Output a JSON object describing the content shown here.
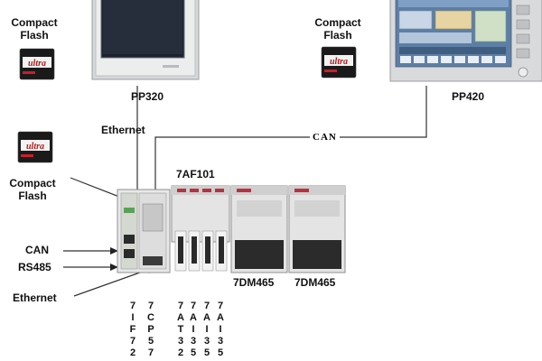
{
  "panels": {
    "left": {
      "label": "PP320"
    },
    "right": {
      "label": "PP420"
    }
  },
  "modules": {
    "af": {
      "label": "7AF101"
    },
    "dm1": {
      "label": "7DM465"
    },
    "dm2": {
      "label": "7DM465"
    }
  },
  "labels": {
    "cf_top_left": "Compact\nFlash",
    "cf_top_right": "Compact\nFlash",
    "cf_left": "Compact\nFlash",
    "ethernet_top": "Ethernet",
    "can_bus": "CAN",
    "can_port": "CAN",
    "rs485_port": "RS485",
    "ethernet_bottom": "Ethernet"
  },
  "card_text": "ultra",
  "part_columns": [
    "7IF72",
    "7CP57",
    "7AT32",
    "7AI35",
    "7AI35",
    "7AI35"
  ],
  "colors": {
    "line": "#222222",
    "panel_frame": "#d7d8da",
    "screen_dark": "#1c2230",
    "module_body": "#e4e4e4",
    "module_accent": "#b8323d",
    "can_line": "#555555"
  }
}
